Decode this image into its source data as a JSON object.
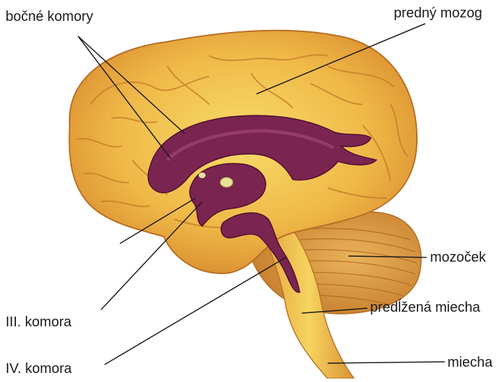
{
  "labels": {
    "bocne_komory": "bočné komory",
    "predny_mozog": "predný mozog",
    "mozocek": "mozoček",
    "predlzena_miecha": "predĺžená miecha",
    "miecha": "miecha",
    "iii_komora": "III. komora",
    "iv_komora": "IV. komora"
  },
  "colors": {
    "cortex": "#e8a43a",
    "cortex_light": "#f3c65a",
    "inner_yellow": "#f6d85a",
    "ventricle": "#7a2450",
    "ventricle_dark": "#5a1438",
    "cerebellum": "#d8943a",
    "leader_line": "#1a1a1a"
  }
}
